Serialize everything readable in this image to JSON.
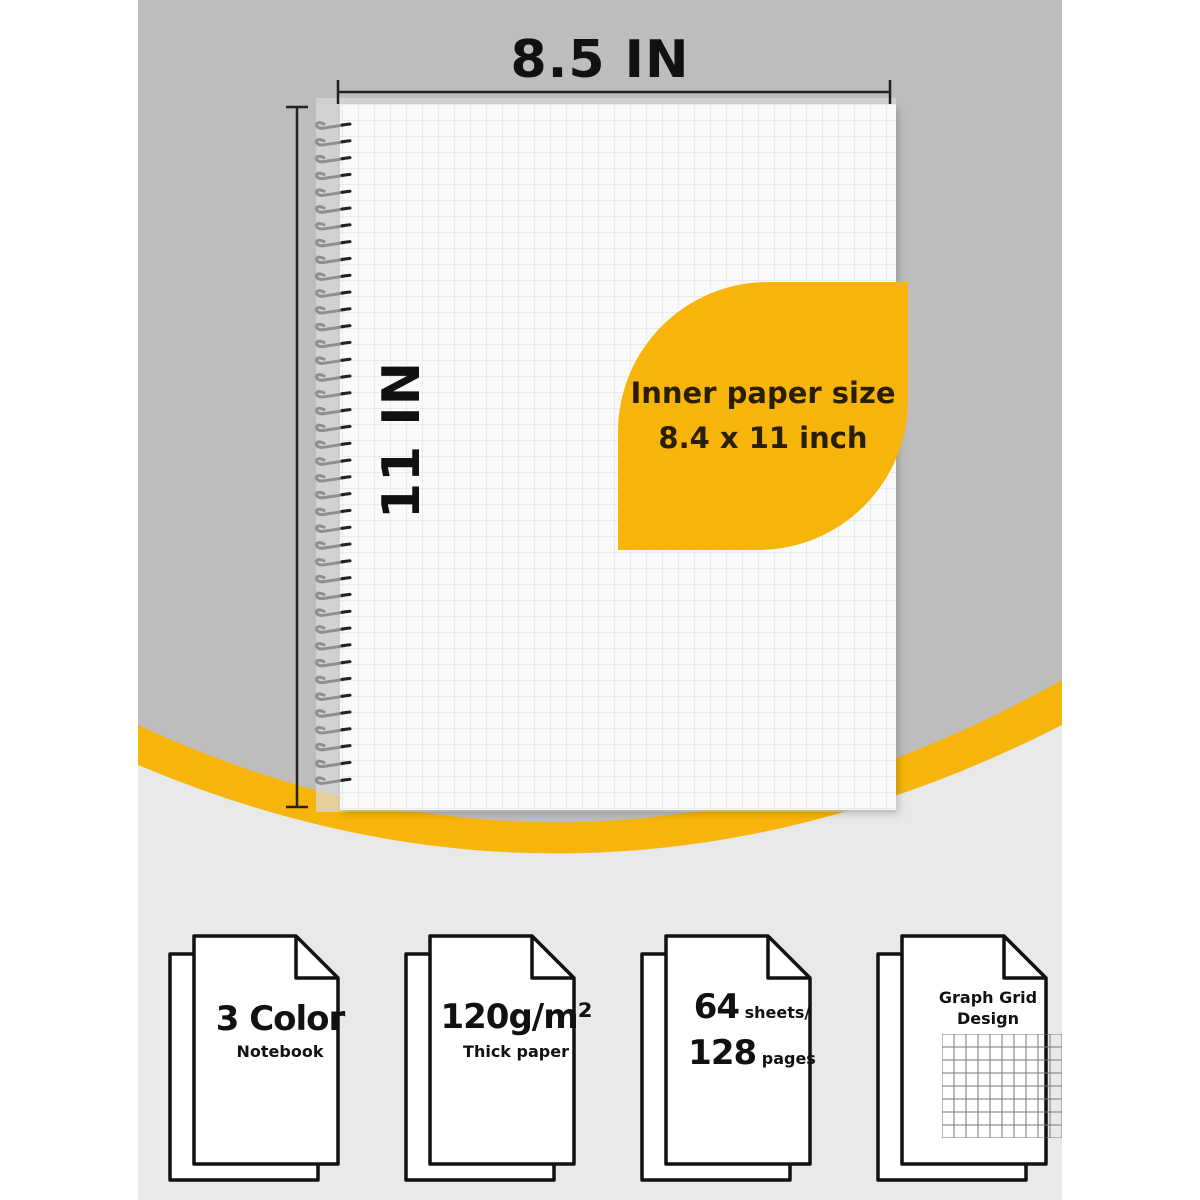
{
  "dimensions": {
    "width_label": "8.5 IN",
    "height_label": "11 IN"
  },
  "badge": {
    "line1": "Inner paper size",
    "line2": "8.4 x 11 inch"
  },
  "features": [
    {
      "main": "3 Color",
      "sub": "Notebook"
    },
    {
      "main": "120g/m²",
      "sub": "Thick paper"
    },
    {
      "sheets_number": "64",
      "sheets_word": "sheets/",
      "pages_number": "128",
      "pages_word": "pages"
    },
    {
      "title_line1": "Graph Grid",
      "title_line2": "Design"
    }
  ],
  "colors": {
    "panel_gray": "#bdbdbd",
    "lower_gray": "#e9e9e9",
    "accent_orange": "#f7b40a",
    "grid_line": "#dcdcdc",
    "paper": "#fafafa"
  },
  "icons": [
    "ruler-horizontal-icon",
    "ruler-vertical-icon",
    "spiral-binding-icon",
    "document-stack-icon"
  ]
}
